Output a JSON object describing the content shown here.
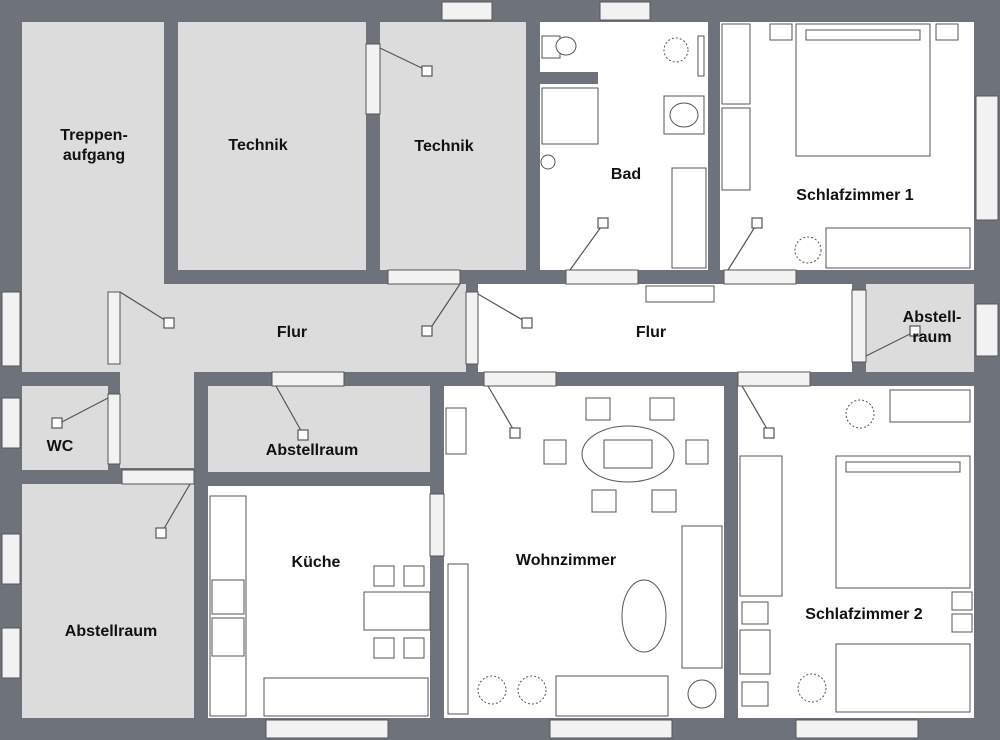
{
  "rooms": {
    "treppenaufgang": "Treppen-\naufgang",
    "technik_1": "Technik",
    "technik_2": "Technik",
    "bad": "Bad",
    "schlafzimmer_1": "Schlafzimmer 1",
    "flur_1": "Flur",
    "flur_2": "Flur",
    "abstellraum_small": "Abstell-\nraum",
    "wc": "WC",
    "abstellraum_middle": "Abstellraum",
    "abstellraum_left": "Abstellraum",
    "kueche": "Küche",
    "wohnzimmer": "Wohnzimmer",
    "schlafzimmer_2": "Schlafzimmer 2"
  },
  "colors": {
    "wall": "#6e737b",
    "room_grey": "#dcdcdc",
    "room_white": "#ffffff",
    "window_fill": "#f2f2f2",
    "furniture_stroke": "#555555",
    "label": "#111111"
  }
}
